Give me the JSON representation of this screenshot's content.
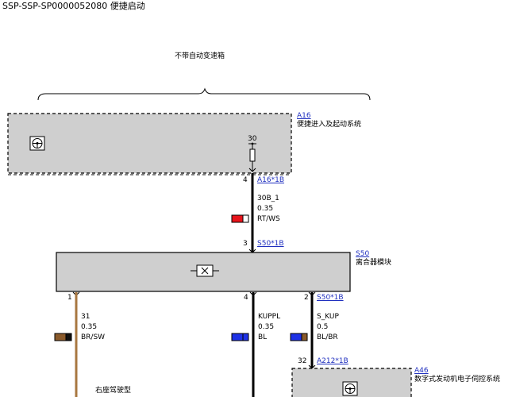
{
  "header": {
    "title": "SSP-SSP-SP0000052080 便捷启动"
  },
  "variant_label": "不带自动变速箱",
  "variant_label_2": "右座驾驶型",
  "components": [
    {
      "id": "A16",
      "desc": "便捷进入及起动系统"
    },
    {
      "id": "S50",
      "desc": "离合器模块"
    },
    {
      "id": "A46",
      "desc": "数字式发动机电子伺控系统"
    }
  ],
  "pin30_label": "30",
  "connectors": [
    {
      "pin": "4",
      "name": "A16*1B"
    },
    {
      "pin": "3",
      "name": "S50*1B"
    },
    {
      "pin": "1",
      "name": ""
    },
    {
      "pin": "4",
      "name": ""
    },
    {
      "pin": "2",
      "name": "S50*1B"
    },
    {
      "pin": "32",
      "name": "A212*1B"
    }
  ],
  "wires": [
    {
      "signal": "30B_1",
      "size": "0.35",
      "color": "RT/WS",
      "swatch": [
        "#e8141b",
        "#ffffff"
      ]
    },
    {
      "signal": "31",
      "size": "0.35",
      "color": "BR/SW",
      "swatch": [
        "#8a5a2b",
        "#111111"
      ]
    },
    {
      "signal": "KUPPL",
      "size": "0.35",
      "color": "BL",
      "swatch": [
        "#1e32e6",
        "#1e32e6"
      ]
    },
    {
      "signal": "S_KUP",
      "size": "0.5",
      "color": "BL/BR",
      "swatch": [
        "#1e32e6",
        "#8a5a2b"
      ]
    }
  ]
}
